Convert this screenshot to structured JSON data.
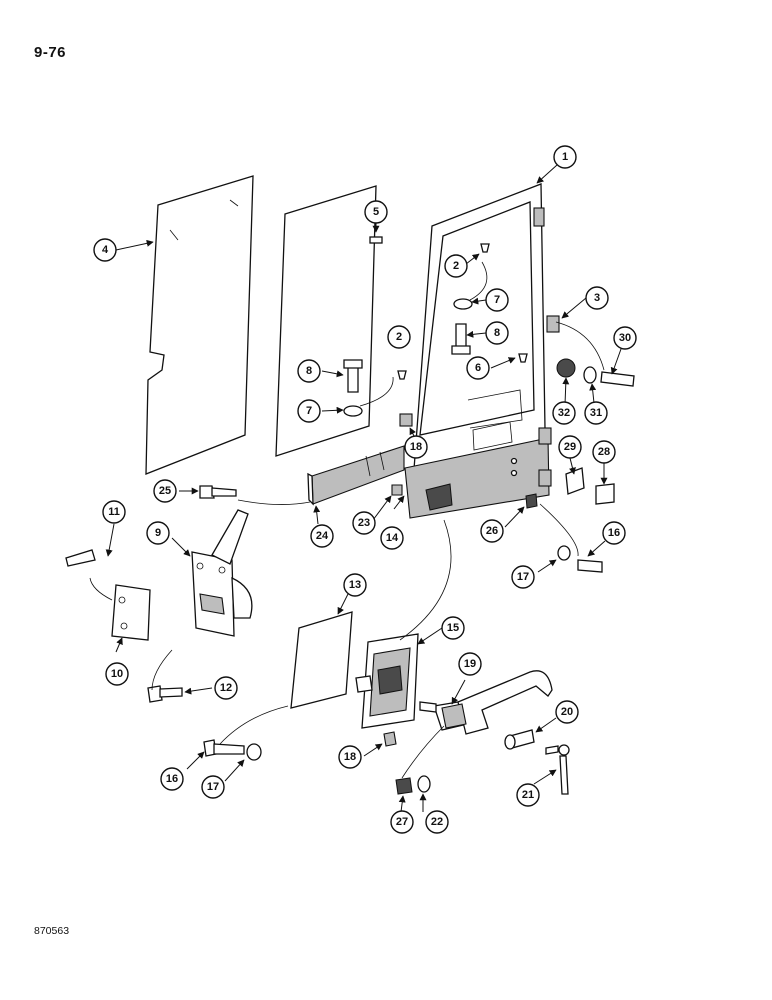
{
  "page_number": "9-76",
  "document_code": "870563",
  "callouts": [
    "1",
    "2",
    "3",
    "4",
    "5",
    "6",
    "7",
    "8",
    "9",
    "10",
    "11",
    "12",
    "13",
    "14",
    "15",
    "16",
    "17",
    "18",
    "19",
    "20",
    "21",
    "22",
    "23",
    "24",
    "25",
    "26",
    "27",
    "28",
    "29",
    "30",
    "31",
    "32"
  ],
  "colors": {
    "line": "#111111",
    "background": "#ffffff",
    "shade": "#bdbdbd"
  }
}
